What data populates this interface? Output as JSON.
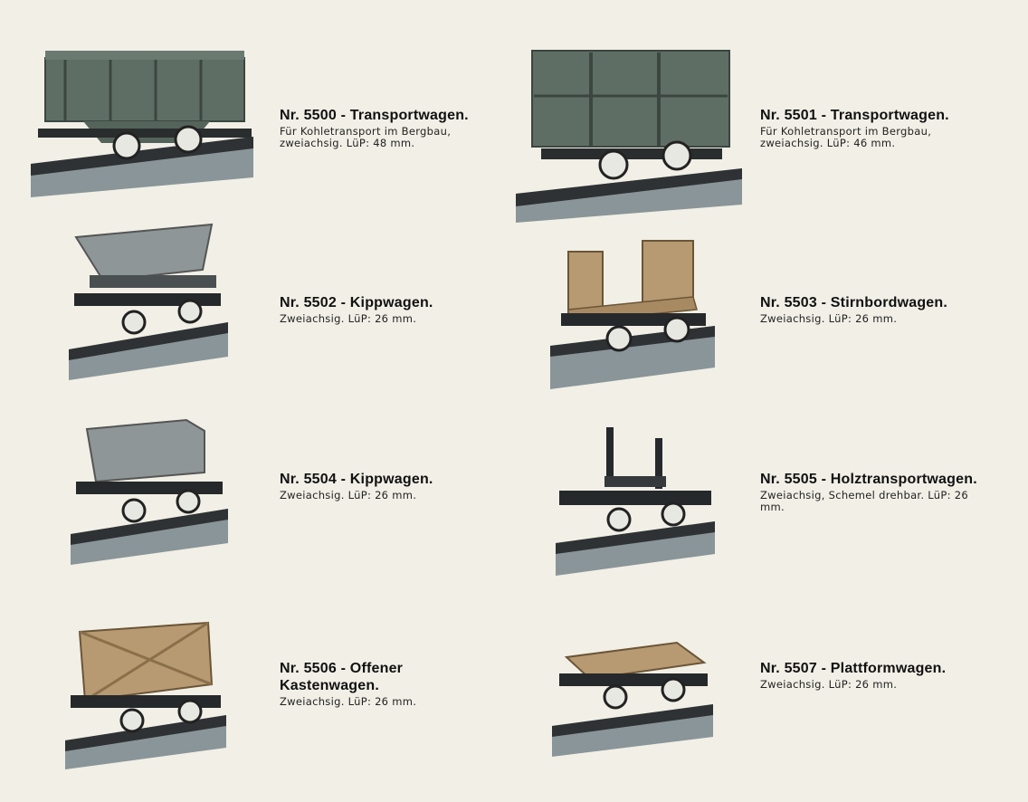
{
  "items": [
    {
      "title": "Nr. 5500 - Transportwagen.",
      "desc": "Für Kohletransport im Bergbau, zweiachsig. LüP: 48 mm."
    },
    {
      "title": "Nr. 5501 - Transportwagen.",
      "desc": "Für Kohletransport im Bergbau, zweiachsig. LüP: 46 mm."
    },
    {
      "title": "Nr. 5502 - Kippwagen.",
      "desc": "Zweiachsig. LüP: 26 mm."
    },
    {
      "title": "Nr. 5503 - Stirnbordwagen.",
      "desc": "Zweiachsig. LüP: 26 mm."
    },
    {
      "title": "Nr. 5504 - Kippwagen.",
      "desc": "Zweiachsig. LüP: 26 mm."
    },
    {
      "title": "Nr. 5505 - Holztransportwagen.",
      "desc": "Zweiachsig, Schemel drehbar. LüP: 26 mm."
    },
    {
      "title": "Nr. 5506 - Offener Kastenwagen.",
      "desc": "Zweiachsig. LüP: 26 mm."
    },
    {
      "title": "Nr. 5507 - Plattformwagen.",
      "desc": "Zweiachsig. LüP: 26 mm."
    }
  ],
  "colors": {
    "background": "#f1efe6",
    "wagon_green": "#5f6e64",
    "wagon_grey": "#8e9697",
    "wood": "#b79a72",
    "chassis": "#26292b",
    "rail": "#3a3d3f",
    "sleeper": "#8a9599"
  }
}
